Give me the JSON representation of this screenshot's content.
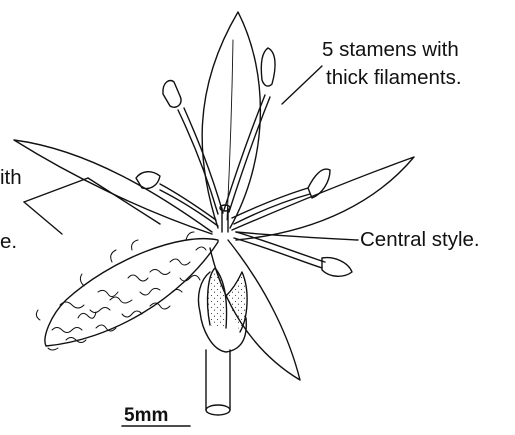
{
  "labels": {
    "stamens_line1": "5 stamens with",
    "stamens_line2": "thick filaments.",
    "style": "Central style.",
    "left_line1": "ith",
    "left_line2": "e.",
    "scale": "5mm"
  }
}
